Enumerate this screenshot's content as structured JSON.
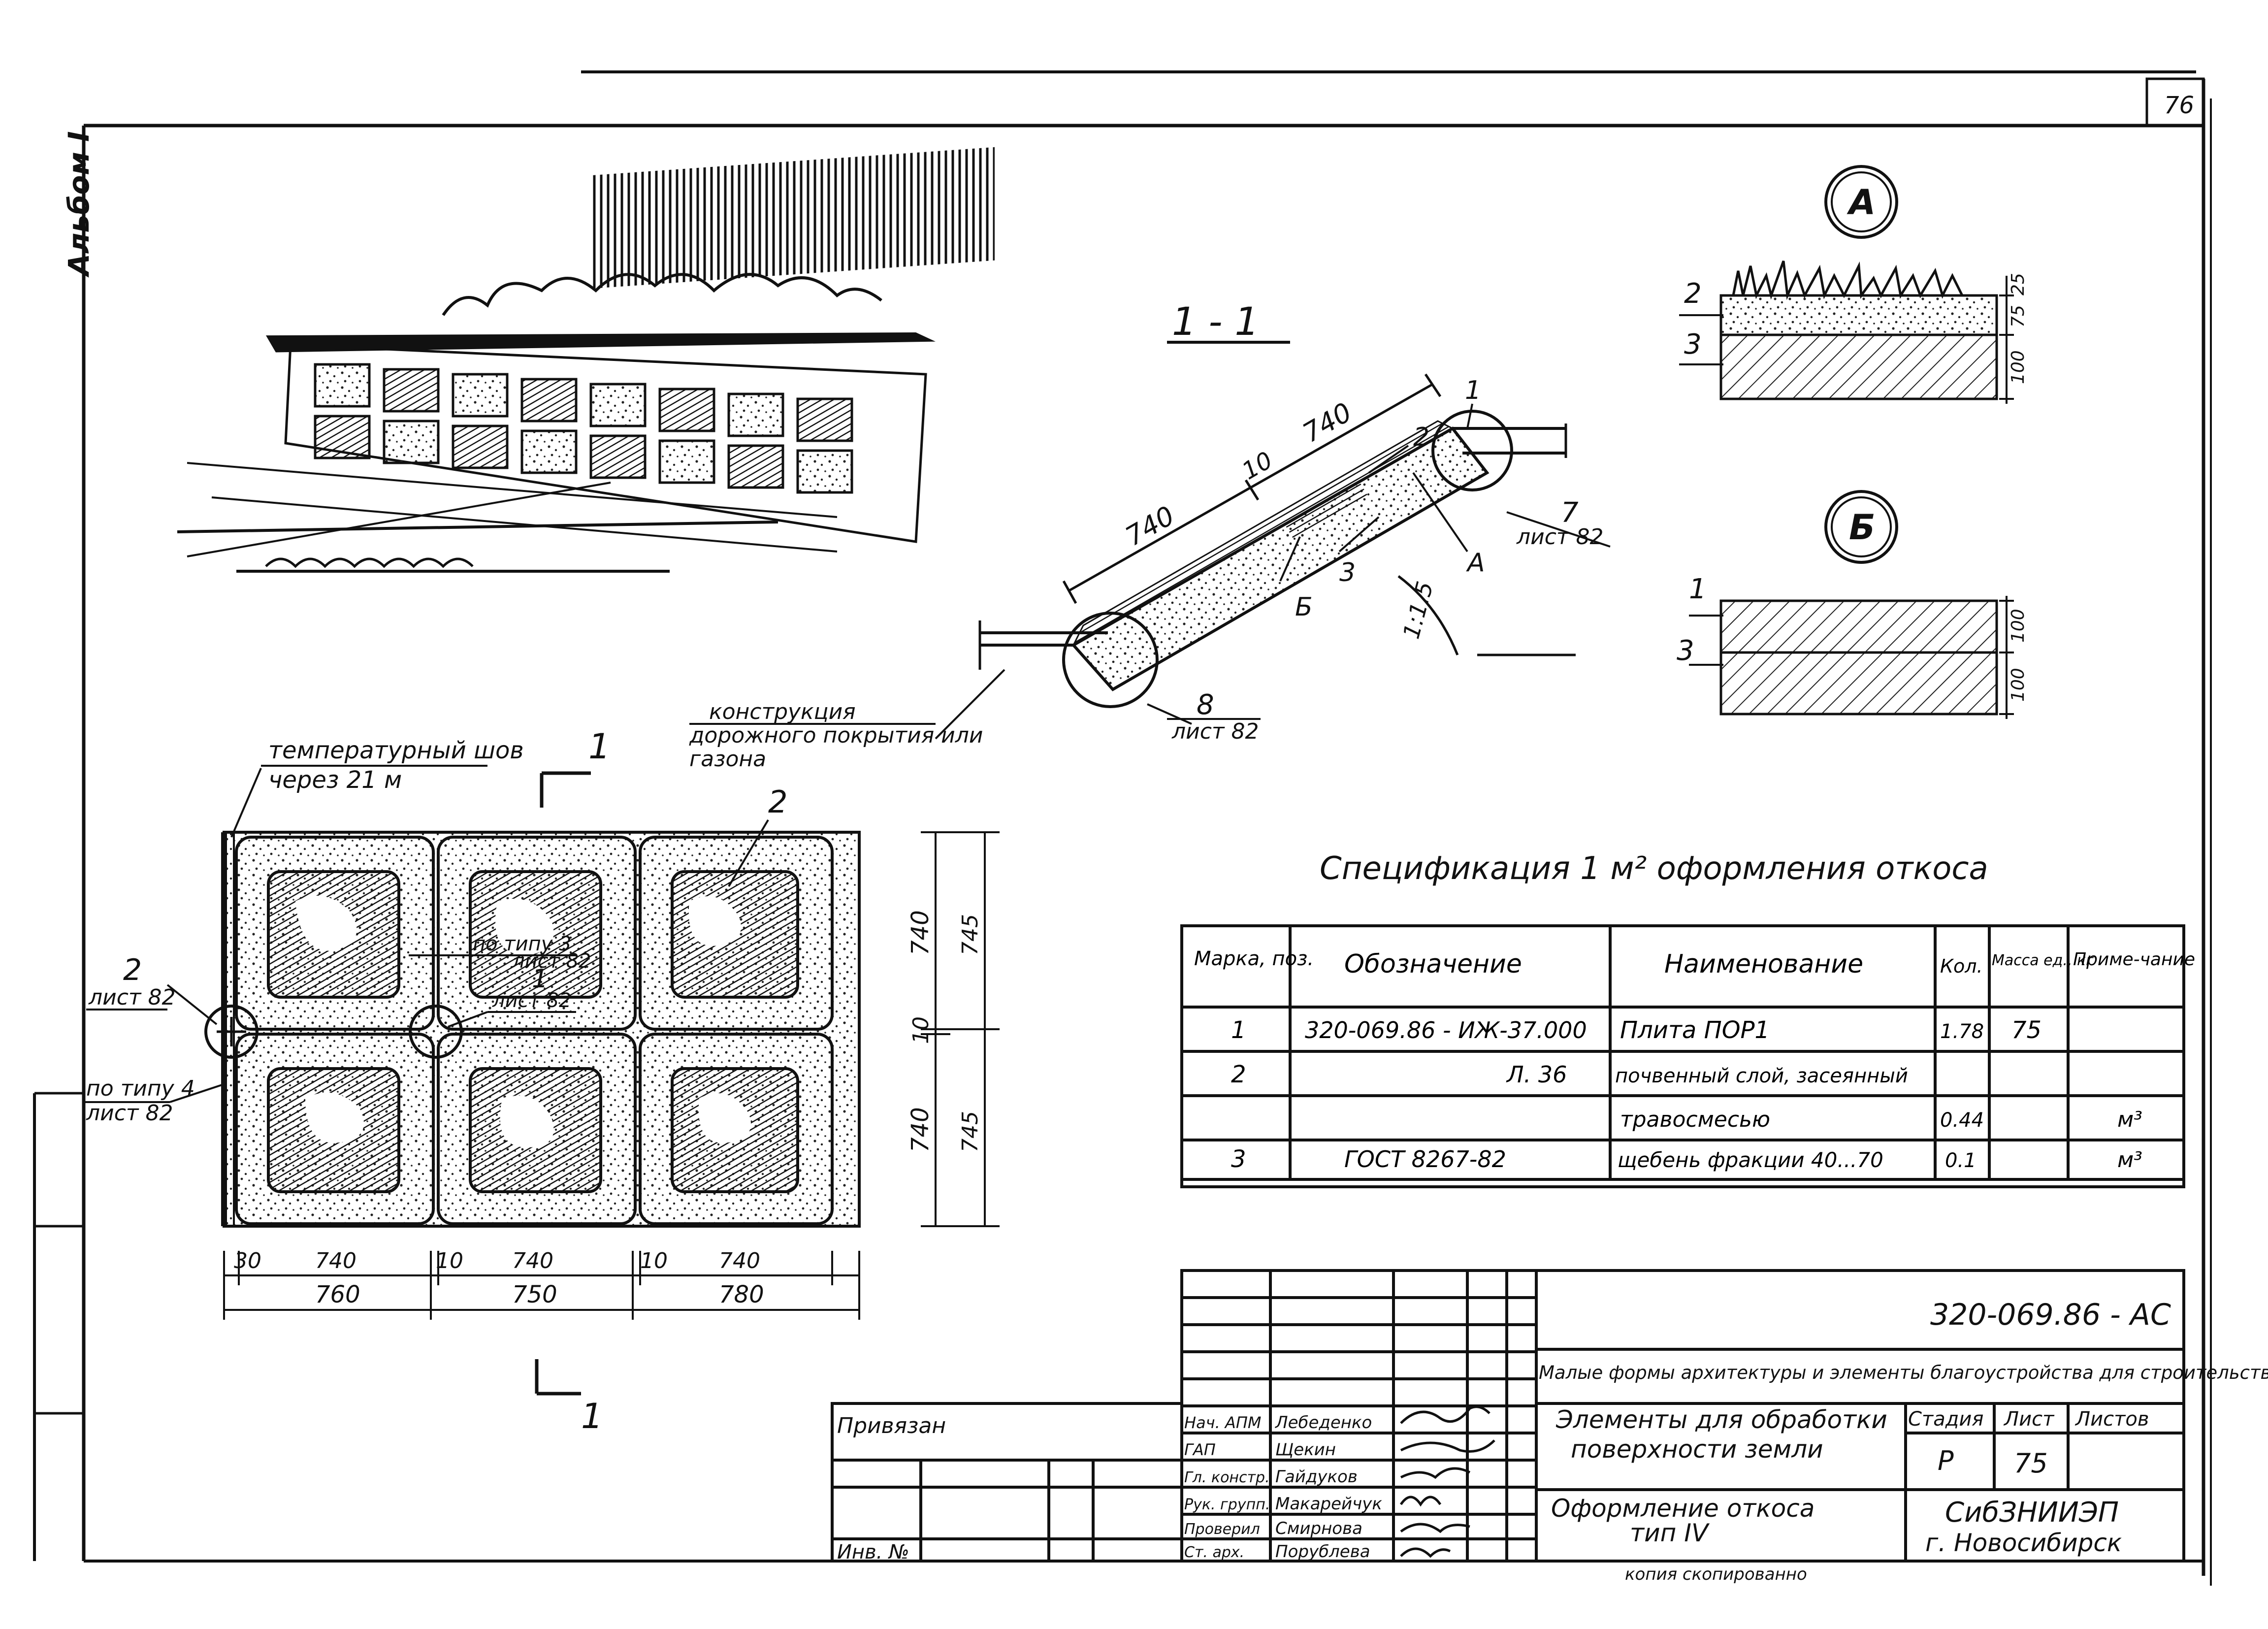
{
  "sheet_corner_number": "76",
  "album_label": "Альбом I",
  "section": {
    "title": "1 - 1",
    "dim_740_top": "740",
    "dim_10": "10",
    "dim_740_low": "740",
    "angle_label": "1:1.5",
    "labels": {
      "one": "1",
      "two": "2",
      "three": "3",
      "A": "А",
      "B": "Б",
      "seven": "7",
      "eight": "8",
      "list82": "лист 82"
    },
    "construction_note": [
      "конструкция",
      "дорожного покрытия или",
      "газона"
    ]
  },
  "detail_a": {
    "title": "А",
    "pos_2": "2",
    "pos_3": "3",
    "dim_upper": "75",
    "dim_upper2": "25",
    "dim_lower": "100"
  },
  "detail_b": {
    "title": "Б",
    "pos_1": "1",
    "pos_3": "3",
    "dim_upper": "100",
    "dim_lower": "100"
  },
  "plan": {
    "joint_note": [
      "температурный шов",
      "через 21 м"
    ],
    "cut_mark": "1",
    "pos_2_top": "2",
    "pos_2_left": "2",
    "list82_left": "лист 82",
    "type3_note": [
      "по типу 3",
      "лист 82"
    ],
    "pos_1_mid": "1",
    "list82_mid": "лист 82",
    "type4_note": [
      "по типу 4",
      "лист 82"
    ],
    "dims_bottom_row1": [
      "30",
      "740",
      "10",
      "740",
      "10",
      "740"
    ],
    "dims_bottom_row2": [
      "760",
      "750",
      "780"
    ],
    "dims_right_inner": [
      "740",
      "10",
      "740"
    ],
    "dims_right_outer": [
      "745",
      "745"
    ],
    "cut_mark_bottom": "1"
  },
  "specification": {
    "title": "Спецификация 1 м² оформления откоса",
    "headers": [
      "Марка, поз.",
      "Обозначение",
      "Наименование",
      "Кол.",
      "Масса ед., кг",
      "Приме-чание"
    ],
    "rows": [
      [
        "1",
        "320-069.86 - ИЖ-37.000",
        "Плита ПОР1",
        "1.78",
        "75",
        ""
      ],
      [
        "2",
        "Л. 36",
        "почвенный слой, засеянный",
        "",
        "",
        ""
      ],
      [
        "",
        "",
        "травосмесью",
        "0.44",
        "",
        "м³"
      ],
      [
        "3",
        "ГОСТ 8267-82",
        "щебень фракции 40...70",
        "0.1",
        "",
        "м³"
      ]
    ]
  },
  "title_block": {
    "doc_code": "320-069.86 - АС",
    "project_title": "Малые формы архитектуры и элементы благоустройства для строительства в районах Сибири",
    "section_name": [
      "Элементы для обработки",
      "поверхности земли"
    ],
    "sheet_name": [
      "Оформление откоса",
      "тип IV"
    ],
    "stage_header": "Стадия",
    "sheet_header": "Лист",
    "sheets_header": "Листов",
    "stage_value": "Р",
    "sheet_value": "75",
    "org": [
      "СибЗНИИЭП",
      "г. Новосибирск"
    ],
    "privyazan": "Привязан",
    "inv": "Инв. №",
    "roles": [
      "Нач. АПМ",
      "ГАП",
      "Гл. констр.",
      "Рук. групп.",
      "Проверил",
      "Ст. арх."
    ],
    "names": [
      "Лебеденко",
      "Щекин",
      "Гайдуков",
      "Макарейчук",
      "Смирнова",
      "Порублева"
    ],
    "bottom_text": "копия скопированно"
  }
}
